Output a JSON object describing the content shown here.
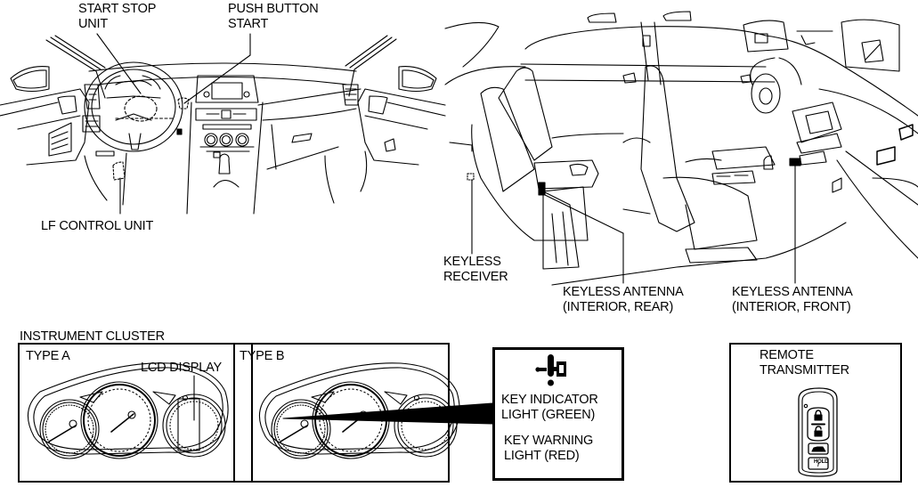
{
  "labels": {
    "start_stop_unit": "START STOP\nUNIT",
    "push_button_start": "PUSH BUTTON\nSTART",
    "lf_control_unit": "LF CONTROL UNIT",
    "keyless_receiver": "KEYLESS\nRECEIVER",
    "keyless_antenna_rear": "KEYLESS ANTENNA\n(INTERIOR, REAR)",
    "keyless_antenna_front": "KEYLESS ANTENNA\n(INTERIOR, FRONT)"
  },
  "instrument_cluster": {
    "title": "INSTRUMENT CLUSTER",
    "type_a": {
      "label": "TYPE A",
      "lcd_label": "LCD DISPLAY"
    },
    "type_b": {
      "label": "TYPE B"
    }
  },
  "indicator_callout": {
    "icon": "key-warning-icon",
    "indicator_label": "KEY INDICATOR\nLIGHT (GREEN)",
    "warning_label": "KEY WARNING\nLIGHT (RED)"
  },
  "remote_transmitter": {
    "title": "REMOTE\nTRANSMITTER",
    "buttons": [
      "lock",
      "unlock",
      "trunk",
      "HOLD"
    ]
  }
}
